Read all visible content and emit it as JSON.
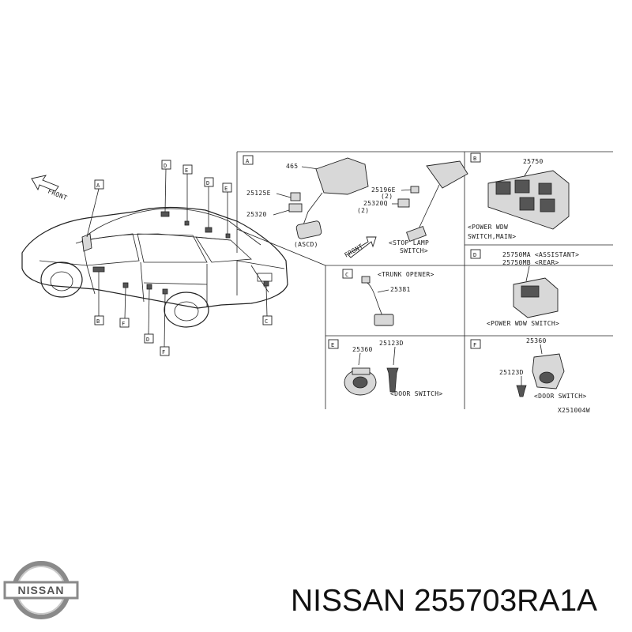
{
  "front_arrow_label": "FRONT",
  "callout_tags": {
    "A": "A",
    "B": "B",
    "C": "C",
    "D": "D",
    "E": "E",
    "F": "F"
  },
  "panel_a": {
    "tag": "A",
    "parts": {
      "p465": "465",
      "p25125e": "25125E",
      "p25320": "25320",
      "ascd": "(ASCD)",
      "p25196e": "25196E",
      "qty_a": "(2)",
      "p25320q": "25320Q",
      "qty_b": "(2)",
      "front": "FRONT"
    },
    "caption_1": "<STOP LAMP",
    "caption_2": "SWITCH>"
  },
  "panel_b": {
    "tag": "B",
    "part": "25750",
    "caption_1": "<POWER WDW",
    "caption_2": "SWITCH,MAIN>"
  },
  "panel_c": {
    "tag": "C",
    "caption": "<TRUNK OPENER>",
    "part": "25381"
  },
  "panel_d": {
    "tag": "D",
    "part_1": "25750MA <ASSISTANT>",
    "part_2": "25750MB <REAR>",
    "caption": "<POWER WDW SWITCH>"
  },
  "panel_e": {
    "tag": "E",
    "part_1": "25360",
    "part_2": "25123D",
    "caption": "<DOOR SWITCH>"
  },
  "panel_f": {
    "tag": "F",
    "part_1": "25360",
    "part_2": "25123D",
    "caption": "<DOOR SWITCH>"
  },
  "diagram_code": "X251004W",
  "logo": {
    "text": "NISSAN"
  },
  "product_title": "NISSAN 255703RA1A"
}
